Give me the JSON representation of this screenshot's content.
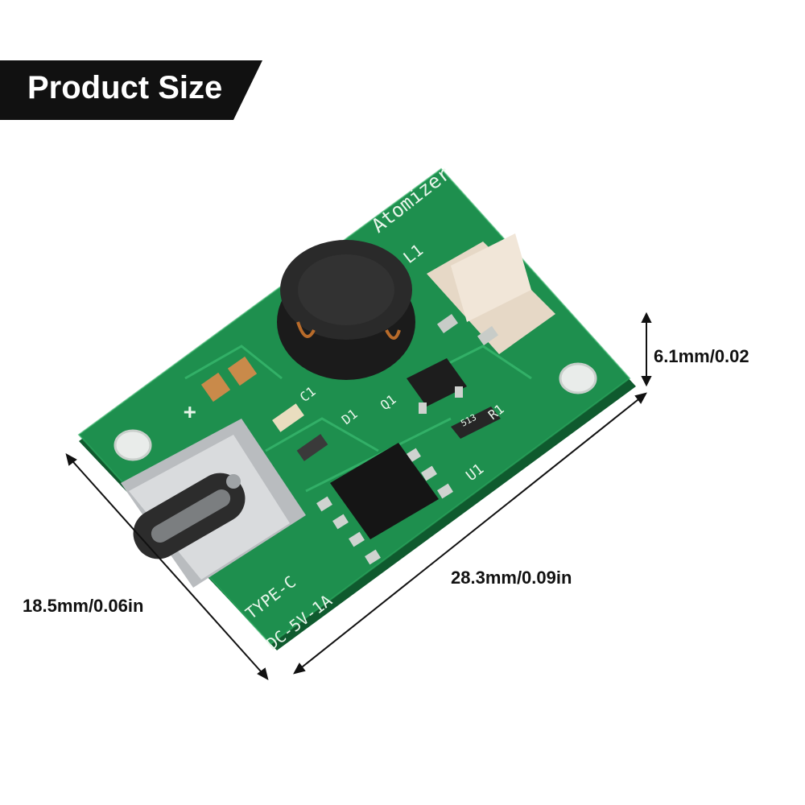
{
  "banner": {
    "title": "Product Size",
    "background": "#111111",
    "text_color": "#ffffff"
  },
  "dimensions": {
    "height_label": "6.1mm/0.02",
    "length_label": "28.3mm/0.09in",
    "width_label": "18.5mm/0.06in"
  },
  "pcb": {
    "board_color": "#1e8f4e",
    "silkscreen": {
      "atomizer": "Atomizer",
      "inductor": "L1",
      "plus": "+",
      "c1": "C1",
      "d1": "D1",
      "q1": "Q1",
      "r1": "R1",
      "u1": "U1",
      "resistor_code": "513",
      "connector_type": "TYPE-C",
      "power_rating": "DC-5V-1A"
    }
  },
  "icons": [
    "usb-c-port-icon",
    "inductor-icon",
    "connector-icon",
    "chip-icon"
  ]
}
